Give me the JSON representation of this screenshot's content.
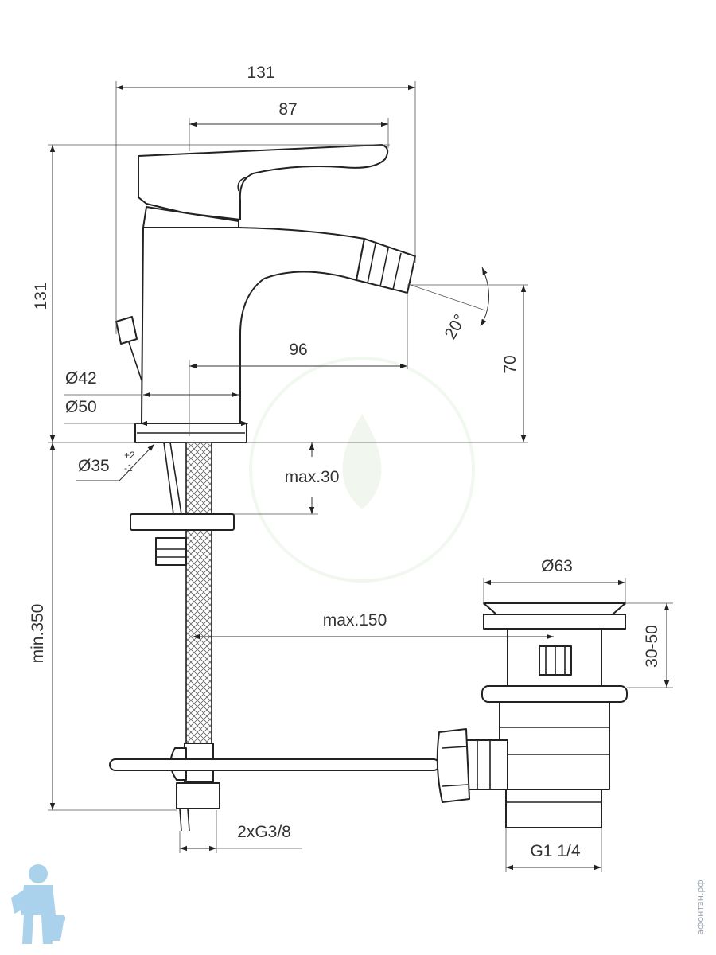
{
  "drawing": {
    "dimensions": {
      "total_width": "131",
      "lever_width": "87",
      "total_height": "131",
      "spout_reach": "96",
      "spout_height": "70",
      "spout_angle": "20°",
      "diameter_42": "Ø42",
      "diameter_50": "Ø50",
      "hole_diameter": "Ø35",
      "hole_tol_plus": "+2",
      "hole_tol_minus": "-1",
      "max_deck": "max.30",
      "min_hose": "min.350",
      "max_rod": "max.150",
      "waste_diameter": "Ø63",
      "waste_range": "30-50",
      "waste_thread": "G1 1/4",
      "hose_thread": "2xG3/8"
    },
    "watermark": "афонтэн.рф",
    "colors": {
      "line": "#222222",
      "dimension": "#333333",
      "watermark": "#9aa6b2",
      "mascot": "#8fc3e8"
    }
  }
}
